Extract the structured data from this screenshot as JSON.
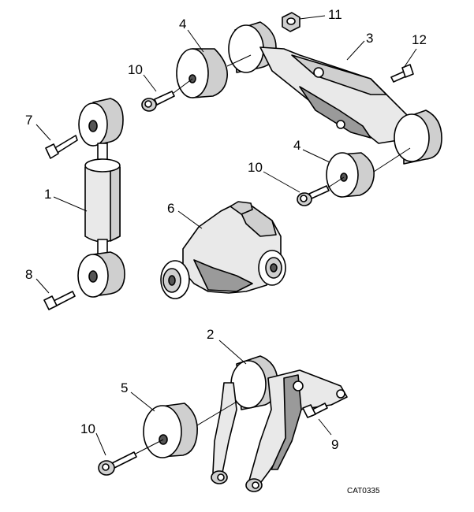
{
  "diagram": {
    "catalog_code": "CAT0335",
    "callouts": [
      {
        "id": "c1",
        "label": "1"
      },
      {
        "id": "c2",
        "label": "2"
      },
      {
        "id": "c3",
        "label": "3"
      },
      {
        "id": "c4a",
        "label": "4"
      },
      {
        "id": "c4b",
        "label": "4"
      },
      {
        "id": "c5",
        "label": "5"
      },
      {
        "id": "c6",
        "label": "6"
      },
      {
        "id": "c7",
        "label": "7"
      },
      {
        "id": "c8",
        "label": "8"
      },
      {
        "id": "c9",
        "label": "9"
      },
      {
        "id": "c10a",
        "label": "10"
      },
      {
        "id": "c10b",
        "label": "10"
      },
      {
        "id": "c10c",
        "label": "10"
      },
      {
        "id": "c11",
        "label": "11"
      },
      {
        "id": "c12",
        "label": "12"
      }
    ]
  }
}
